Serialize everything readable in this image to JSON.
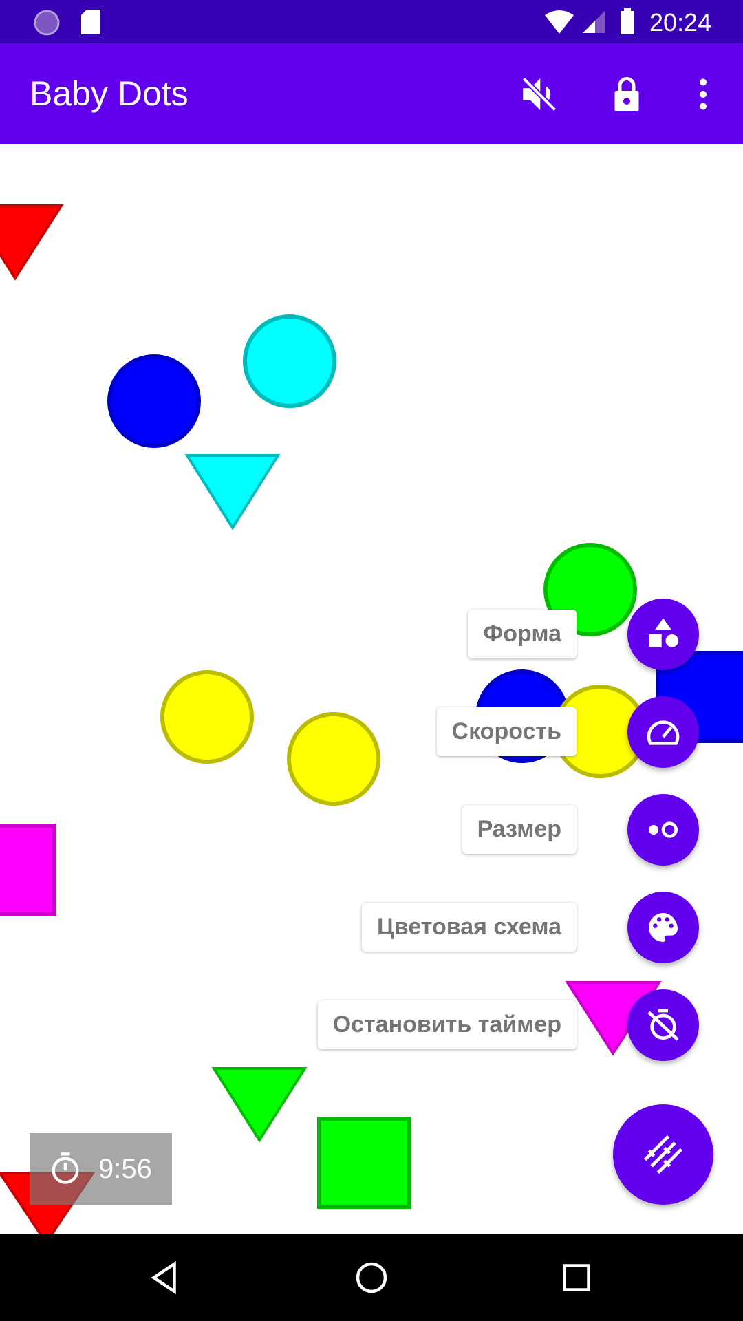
{
  "status_bar": {
    "time": "20:24",
    "icons": [
      "sync-icon",
      "sd-card-icon",
      "wifi-icon",
      "signal-icon",
      "battery-icon"
    ]
  },
  "app_bar": {
    "title": "Baby Dots",
    "actions": [
      "mute-icon",
      "lock-icon",
      "more-vert-icon"
    ]
  },
  "colors": {
    "primary": "#6200ee",
    "primary_dark": "#3700b3",
    "red": "#ff0000",
    "blue": "#0000ff",
    "cyan": "#00ffff",
    "green": "#00ff00",
    "yellow": "#ffff00",
    "magenta": "#ff00ff"
  },
  "speed_dial": {
    "items": [
      {
        "label": "Форма",
        "icon": "shapes-icon"
      },
      {
        "label": "Скорость",
        "icon": "speedometer-icon"
      },
      {
        "label": "Размер",
        "icon": "size-icon"
      },
      {
        "label": "Цветовая схема",
        "icon": "palette-icon"
      },
      {
        "label": "Остановить таймер",
        "icon": "timer-off-icon"
      }
    ],
    "main_icon": "tune-icon"
  },
  "timer": {
    "value": "9:56"
  }
}
